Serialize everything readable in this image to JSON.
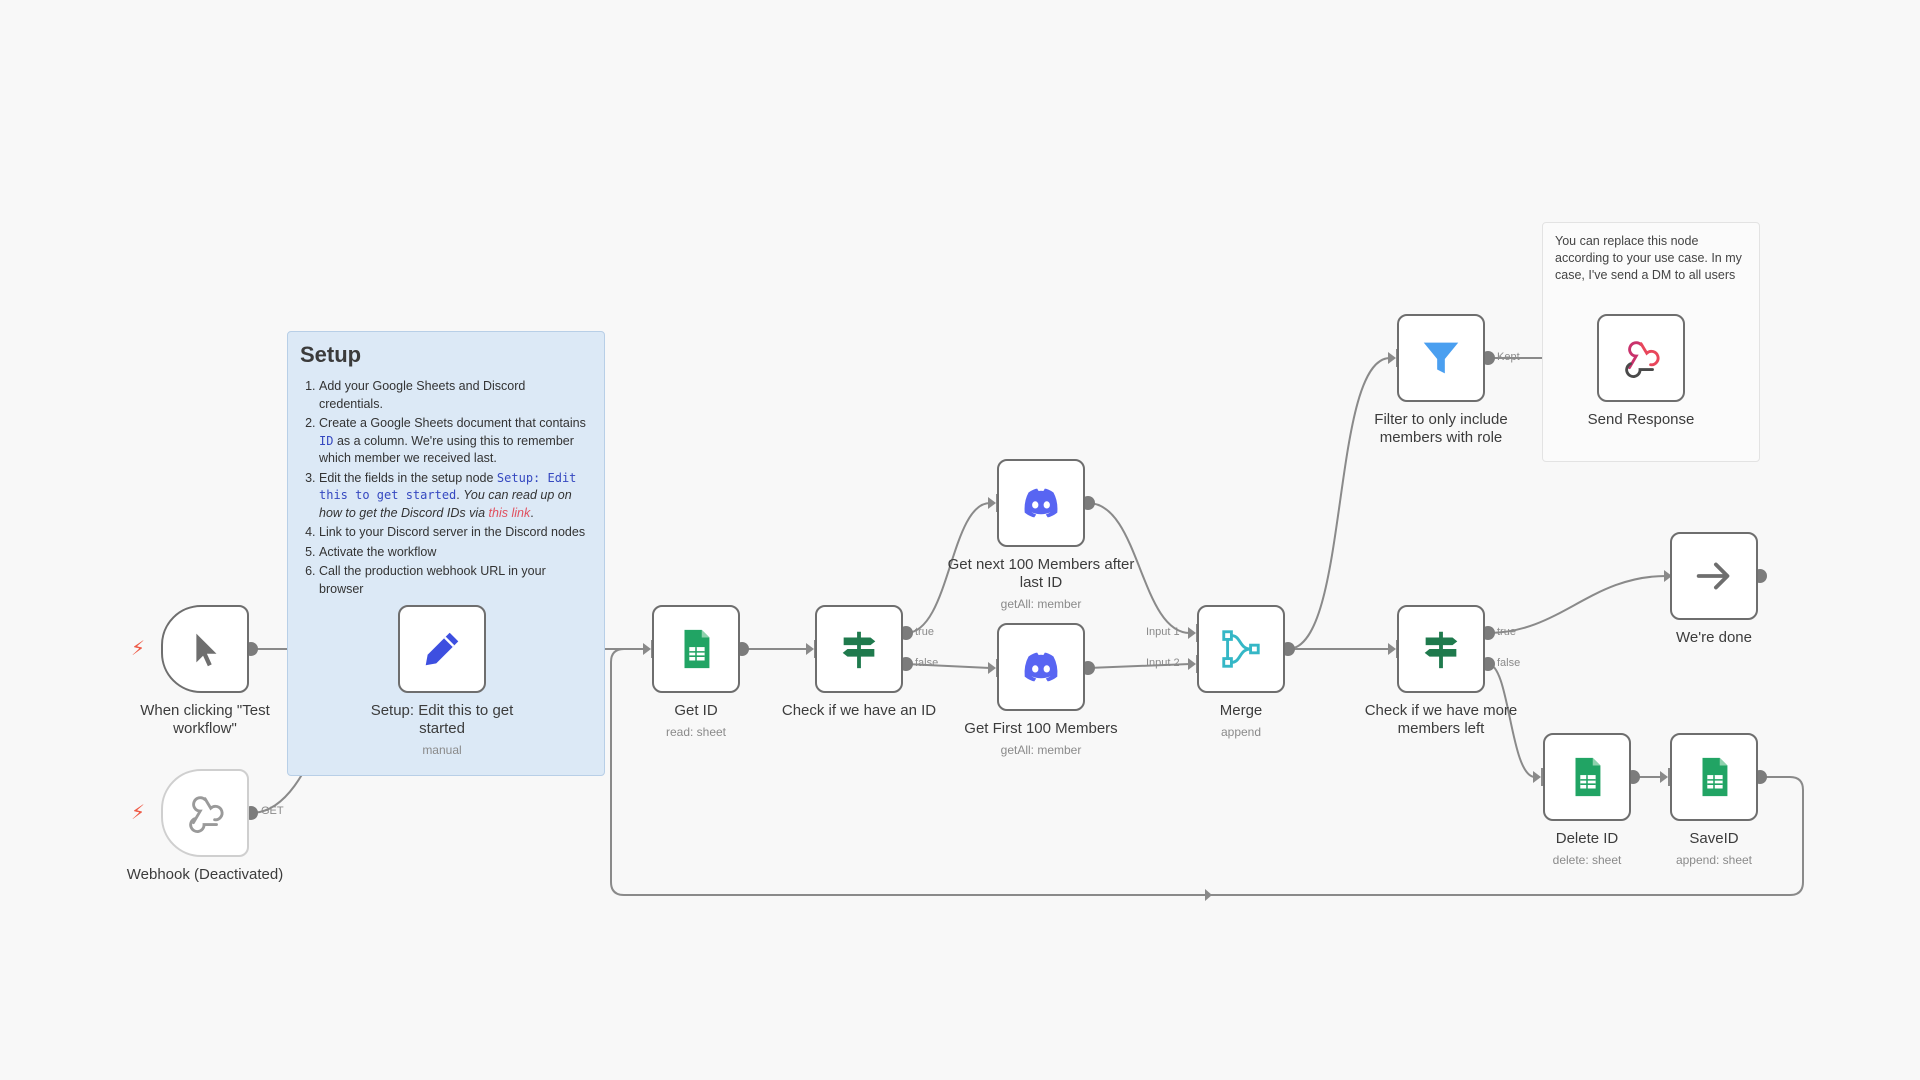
{
  "sticky": {
    "title": "Setup",
    "items": [
      "Add your Google Sheets and Discord credentials.",
      "Create a Google Sheets document that contains",
      "ID",
      "as a column. We're using this to remember which member we received last.",
      "Edit the fields in the setup node",
      "Setup: Edit this to get started",
      "You can read up on how to get the Discord IDs via",
      "this link",
      "Link to your Discord server in the Discord nodes",
      "Activate the workflow",
      "Call the production webhook URL in your browser"
    ]
  },
  "note": {
    "text": "You can replace this node according to your use case. In my case, I've send a DM to all users"
  },
  "nodes": {
    "manual_trigger": {
      "label": "When clicking \"Test workflow\""
    },
    "webhook": {
      "label": "Webhook (Deactivated)"
    },
    "setup": {
      "label": "Setup: Edit this to get started",
      "sub": "manual"
    },
    "get_id": {
      "label": "Get ID",
      "sub": "read: sheet"
    },
    "check_id": {
      "label": "Check if we have an ID"
    },
    "get_next": {
      "label": "Get next 100 Members after last ID",
      "sub": "getAll: member"
    },
    "get_first": {
      "label": "Get First 100 Members",
      "sub": "getAll: member"
    },
    "merge": {
      "label": "Merge",
      "sub": "append"
    },
    "filter": {
      "label": "Filter to only include members with role"
    },
    "send_response": {
      "label": "Send Response"
    },
    "check_more": {
      "label": "Check if we have more members left"
    },
    "done": {
      "label": "We're done"
    },
    "delete_id": {
      "label": "Delete ID",
      "sub": "delete: sheet"
    },
    "save_id": {
      "label": "SaveID",
      "sub": "append: sheet"
    }
  },
  "edge_labels": {
    "get": "GET",
    "true1": "true",
    "false1": "false",
    "input1": "Input 1",
    "input2": "Input 2",
    "kept": "Kept",
    "true2": "true",
    "false2": "false"
  },
  "colors": {
    "node_border": "#6e6e6e",
    "sheets_green": "#21a464",
    "discord_blurple": "#5865f2",
    "switch_green": "#1f7a4d",
    "merge_teal": "#35b7c6",
    "filter_blue": "#4a9ff0",
    "setup_pen": "#3d4fe0",
    "trigger_bolt": "#ee5b47",
    "webhook_red": "#e8465b"
  }
}
